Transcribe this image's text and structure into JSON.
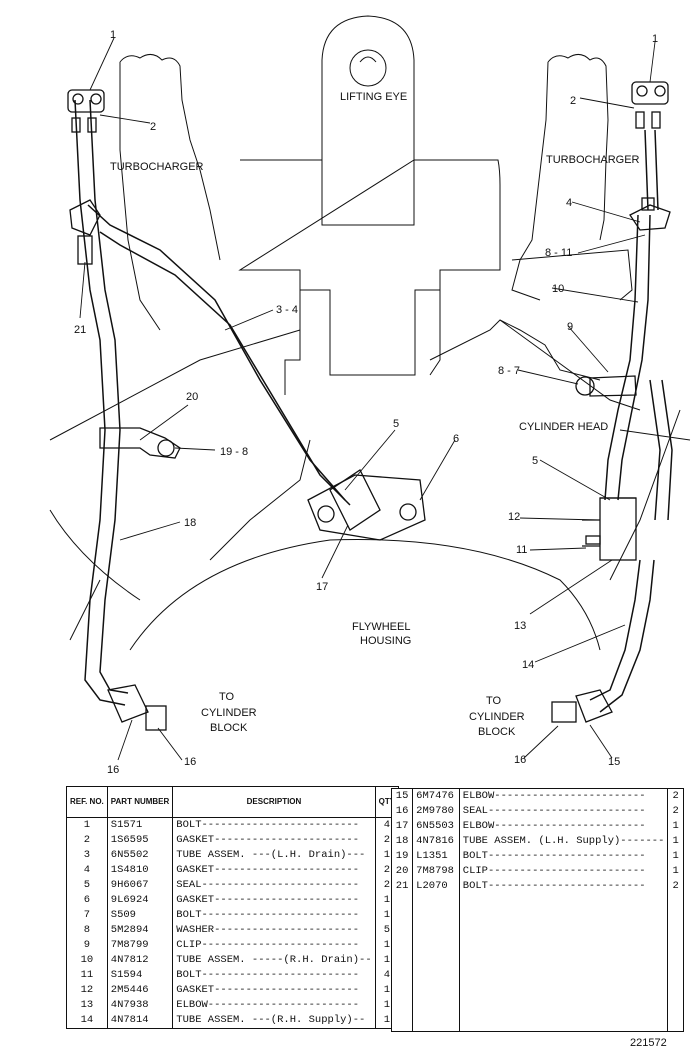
{
  "labels": {
    "lifting_eye": "LIFTING EYE",
    "turbo_left": "TURBOCHARGER",
    "turbo_right": "TURBOCHARGER",
    "cylinder_head": "CYLINDER HEAD",
    "flywheel_1": "FLYWHEEL",
    "flywheel_2": "HOUSING",
    "to_cyl_left_1": "TO",
    "to_cyl_left_2": "CYLINDER",
    "to_cyl_left_3": "BLOCK",
    "to_cyl_right_1": "TO",
    "to_cyl_right_2": "CYLINDER",
    "to_cyl_right_3": "BLOCK"
  },
  "callouts": {
    "l1": "1",
    "l2": "2",
    "l21": "21",
    "l34": "3 - 4",
    "l20": "20",
    "l198": "19 - 8",
    "l18": "18",
    "l5": "5",
    "l6": "6",
    "l17": "17",
    "l16a": "16",
    "l16b": "16",
    "r1": "1",
    "r2": "2",
    "r4": "4",
    "r811": "8 - 11",
    "r10": "10",
    "r9": "9",
    "r87": "8 - 7",
    "r5": "5",
    "r12": "12",
    "r11": "11",
    "r13": "13",
    "r14": "14",
    "r16": "16",
    "r15": "15"
  },
  "table_headers": {
    "ref": "REF. NO.",
    "part": "PART NUMBER",
    "desc": "DESCRIPTION",
    "qty": "QTY"
  },
  "parts_left": [
    {
      "ref": "1",
      "part": "S1571",
      "desc": "BOLT-------------------------",
      "qty": "4"
    },
    {
      "ref": "2",
      "part": "1S6595",
      "desc": "GASKET-----------------------",
      "qty": "2"
    },
    {
      "ref": "3",
      "part": "6N5502",
      "desc": "TUBE ASSEM. ---(L.H. Drain)---",
      "qty": "1"
    },
    {
      "ref": "4",
      "part": "1S4810",
      "desc": "GASKET-----------------------",
      "qty": "2"
    },
    {
      "ref": "5",
      "part": "9H6067",
      "desc": "SEAL-------------------------",
      "qty": "2"
    },
    {
      "ref": "6",
      "part": "9L6924",
      "desc": "GASKET-----------------------",
      "qty": "1"
    },
    {
      "ref": "7",
      "part": "S509",
      "desc": "BOLT-------------------------",
      "qty": "1"
    },
    {
      "ref": "8",
      "part": "5M2894",
      "desc": "WASHER-----------------------",
      "qty": "5"
    },
    {
      "ref": "9",
      "part": "7M8799",
      "desc": "CLIP-------------------------",
      "qty": "1"
    },
    {
      "ref": "10",
      "part": "4N7812",
      "desc": "TUBE ASSEM. -----(R.H. Drain)--",
      "qty": "1"
    },
    {
      "ref": "11",
      "part": "S1594",
      "desc": "BOLT-------------------------",
      "qty": "4"
    },
    {
      "ref": "12",
      "part": "2M5446",
      "desc": "GASKET-----------------------",
      "qty": "1"
    },
    {
      "ref": "13",
      "part": "4N7938",
      "desc": "ELBOW------------------------",
      "qty": "1"
    },
    {
      "ref": "14",
      "part": "4N7814",
      "desc": "TUBE ASSEM. ---(R.H. Supply)--",
      "qty": "1"
    }
  ],
  "parts_right": [
    {
      "ref": "15",
      "part": "6M7476",
      "desc": "ELBOW------------------------",
      "qty": "2"
    },
    {
      "ref": "16",
      "part": "2M9780",
      "desc": "SEAL-------------------------",
      "qty": "2"
    },
    {
      "ref": "17",
      "part": "6N5503",
      "desc": "ELBOW------------------------",
      "qty": "1"
    },
    {
      "ref": "18",
      "part": "4N7816",
      "desc": "TUBE ASSEM. (L.H. Supply)-------",
      "qty": "1"
    },
    {
      "ref": "19",
      "part": "L1351",
      "desc": "BOLT-------------------------",
      "qty": "1"
    },
    {
      "ref": "20",
      "part": "7M8798",
      "desc": "CLIP-------------------------",
      "qty": "1"
    },
    {
      "ref": "21",
      "part": "L2070",
      "desc": "BOLT-------------------------",
      "qty": "2"
    }
  ],
  "figure_number": "221572"
}
